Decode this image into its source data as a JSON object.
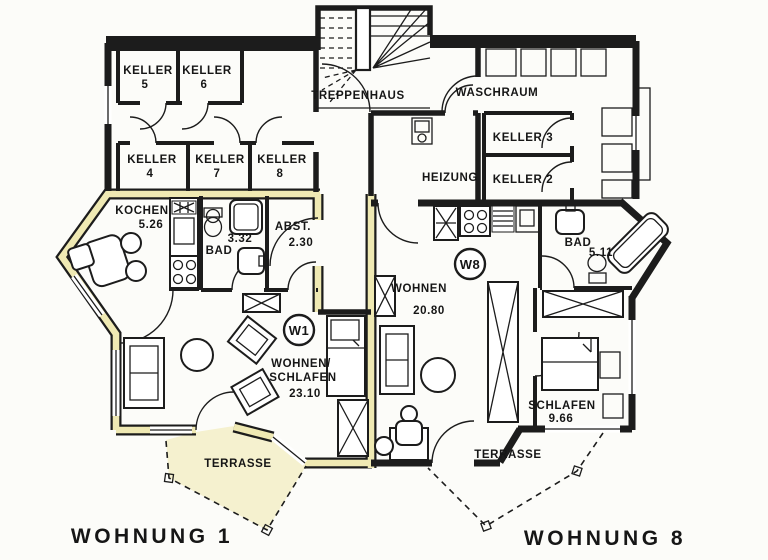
{
  "basement": {
    "rooms": [
      {
        "name": "KELLER",
        "num": "5"
      },
      {
        "name": "KELLER",
        "num": "6"
      },
      {
        "name": "KELLER",
        "num": "4"
      },
      {
        "name": "KELLER",
        "num": "7"
      },
      {
        "name": "KELLER",
        "num": "8"
      }
    ],
    "treppenhaus": "TREPPENHAUS",
    "waschraum": "WASCHRAUM",
    "heizung": "HEIZUNG",
    "keller3": "KELLER 3",
    "keller2": "KELLER 2"
  },
  "wohnung1": {
    "badge": "W1",
    "caption": "WOHNUNG 1",
    "kochen": {
      "name": "KOCHEN",
      "area": "5.26"
    },
    "bad": {
      "name": "BAD",
      "area": "3.32"
    },
    "abst": {
      "name": "ABST.",
      "area": "2.30"
    },
    "wohnen": {
      "line1": "WOHNEN/",
      "line2": "SCHLAFEN",
      "area": "23.10"
    },
    "terrasse": "TERRASSE"
  },
  "wohnung8": {
    "badge": "W8",
    "caption": "WOHNUNG 8",
    "wohnen": {
      "name": "WOHNEN",
      "area": "20.80"
    },
    "bad": {
      "name": "BAD",
      "area": "5.11"
    },
    "schlafen": {
      "name": "SCHLAFEN",
      "area": "9.66"
    },
    "terrasse": "TERRASSE"
  },
  "colors": {
    "highlight": "#efe9b3",
    "terrace": "#f5f1cf",
    "line": "#1c1c1c",
    "paper": "#fcfcf9"
  }
}
